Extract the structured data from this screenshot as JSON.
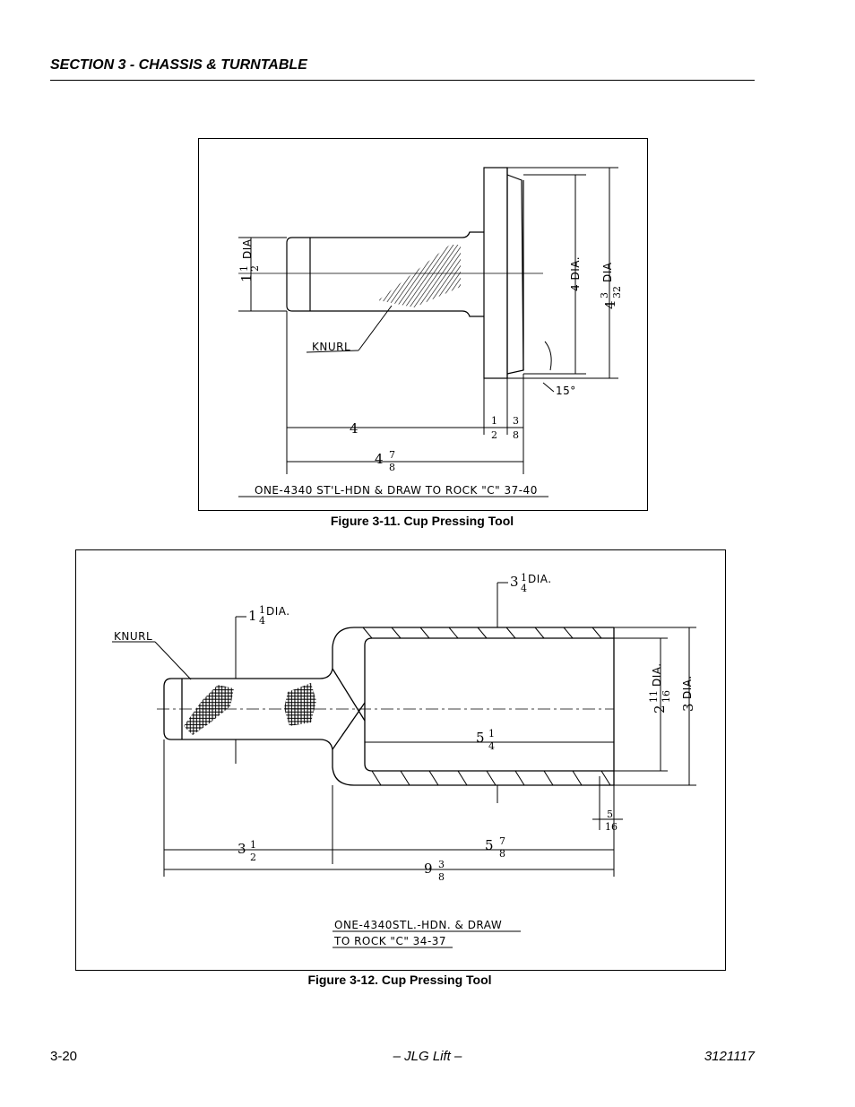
{
  "header": {
    "section_title": "SECTION 3 - CHASSIS & TURNTABLE"
  },
  "figure1": {
    "caption": "Figure 3-11.  Cup Pressing Tool",
    "labels": {
      "dia_small": "1",
      "dia_small_num": "1",
      "dia_small_den": "2",
      "dia_small_unit": "DIA",
      "dia_4": "4  DIA.",
      "dia_outer_whole": "4",
      "dia_outer_num": "3",
      "dia_outer_den": "32",
      "dia_outer_unit": "DIA",
      "knurl": "KNURL",
      "angle": "15°",
      "len_4": "4",
      "len_half_num": "1",
      "len_half_den": "2",
      "len_3_8_num": "3",
      "len_3_8_den": "8",
      "len_total_whole": "4",
      "len_total_num": "7",
      "len_total_den": "8",
      "note": "ONE-4340 ST'L-HDN & DRAW TO ROCK \"C\" 37-40"
    }
  },
  "figure2": {
    "caption": "Figure 3-12.  Cup Pressing Tool",
    "labels": {
      "knurl": "KNURL",
      "dia_shank_whole": "1",
      "dia_shank_num": "1",
      "dia_shank_den": "4",
      "dia_shank_unit": "DIA.",
      "dia_body_whole": "3",
      "dia_body_num": "1",
      "dia_body_den": "4",
      "dia_body_unit": "DIA.",
      "dia_bore_whole": "2",
      "dia_bore_num": "11",
      "dia_bore_den": "16",
      "dia_bore_unit": "DIA.",
      "dia_outer_whole": "3",
      "dia_outer_unit": "DIA.",
      "bore_depth_whole": "5",
      "bore_depth_num": "1",
      "bore_depth_den": "4",
      "lip_num": "5",
      "lip_den": "16",
      "shank_len_whole": "3",
      "shank_len_num": "1",
      "shank_len_den": "2",
      "body_len_whole": "5",
      "body_len_num": "7",
      "body_len_den": "8",
      "total_len_whole": "9",
      "total_len_num": "3",
      "total_len_den": "8",
      "note_line1": "ONE-4340STL.-HDN. & DRAW",
      "note_line2": "TO ROCK \"C\" 34-37"
    }
  },
  "footer": {
    "page_number": "3-20",
    "center": "– JLG Lift –",
    "doc_number": "3121117"
  }
}
